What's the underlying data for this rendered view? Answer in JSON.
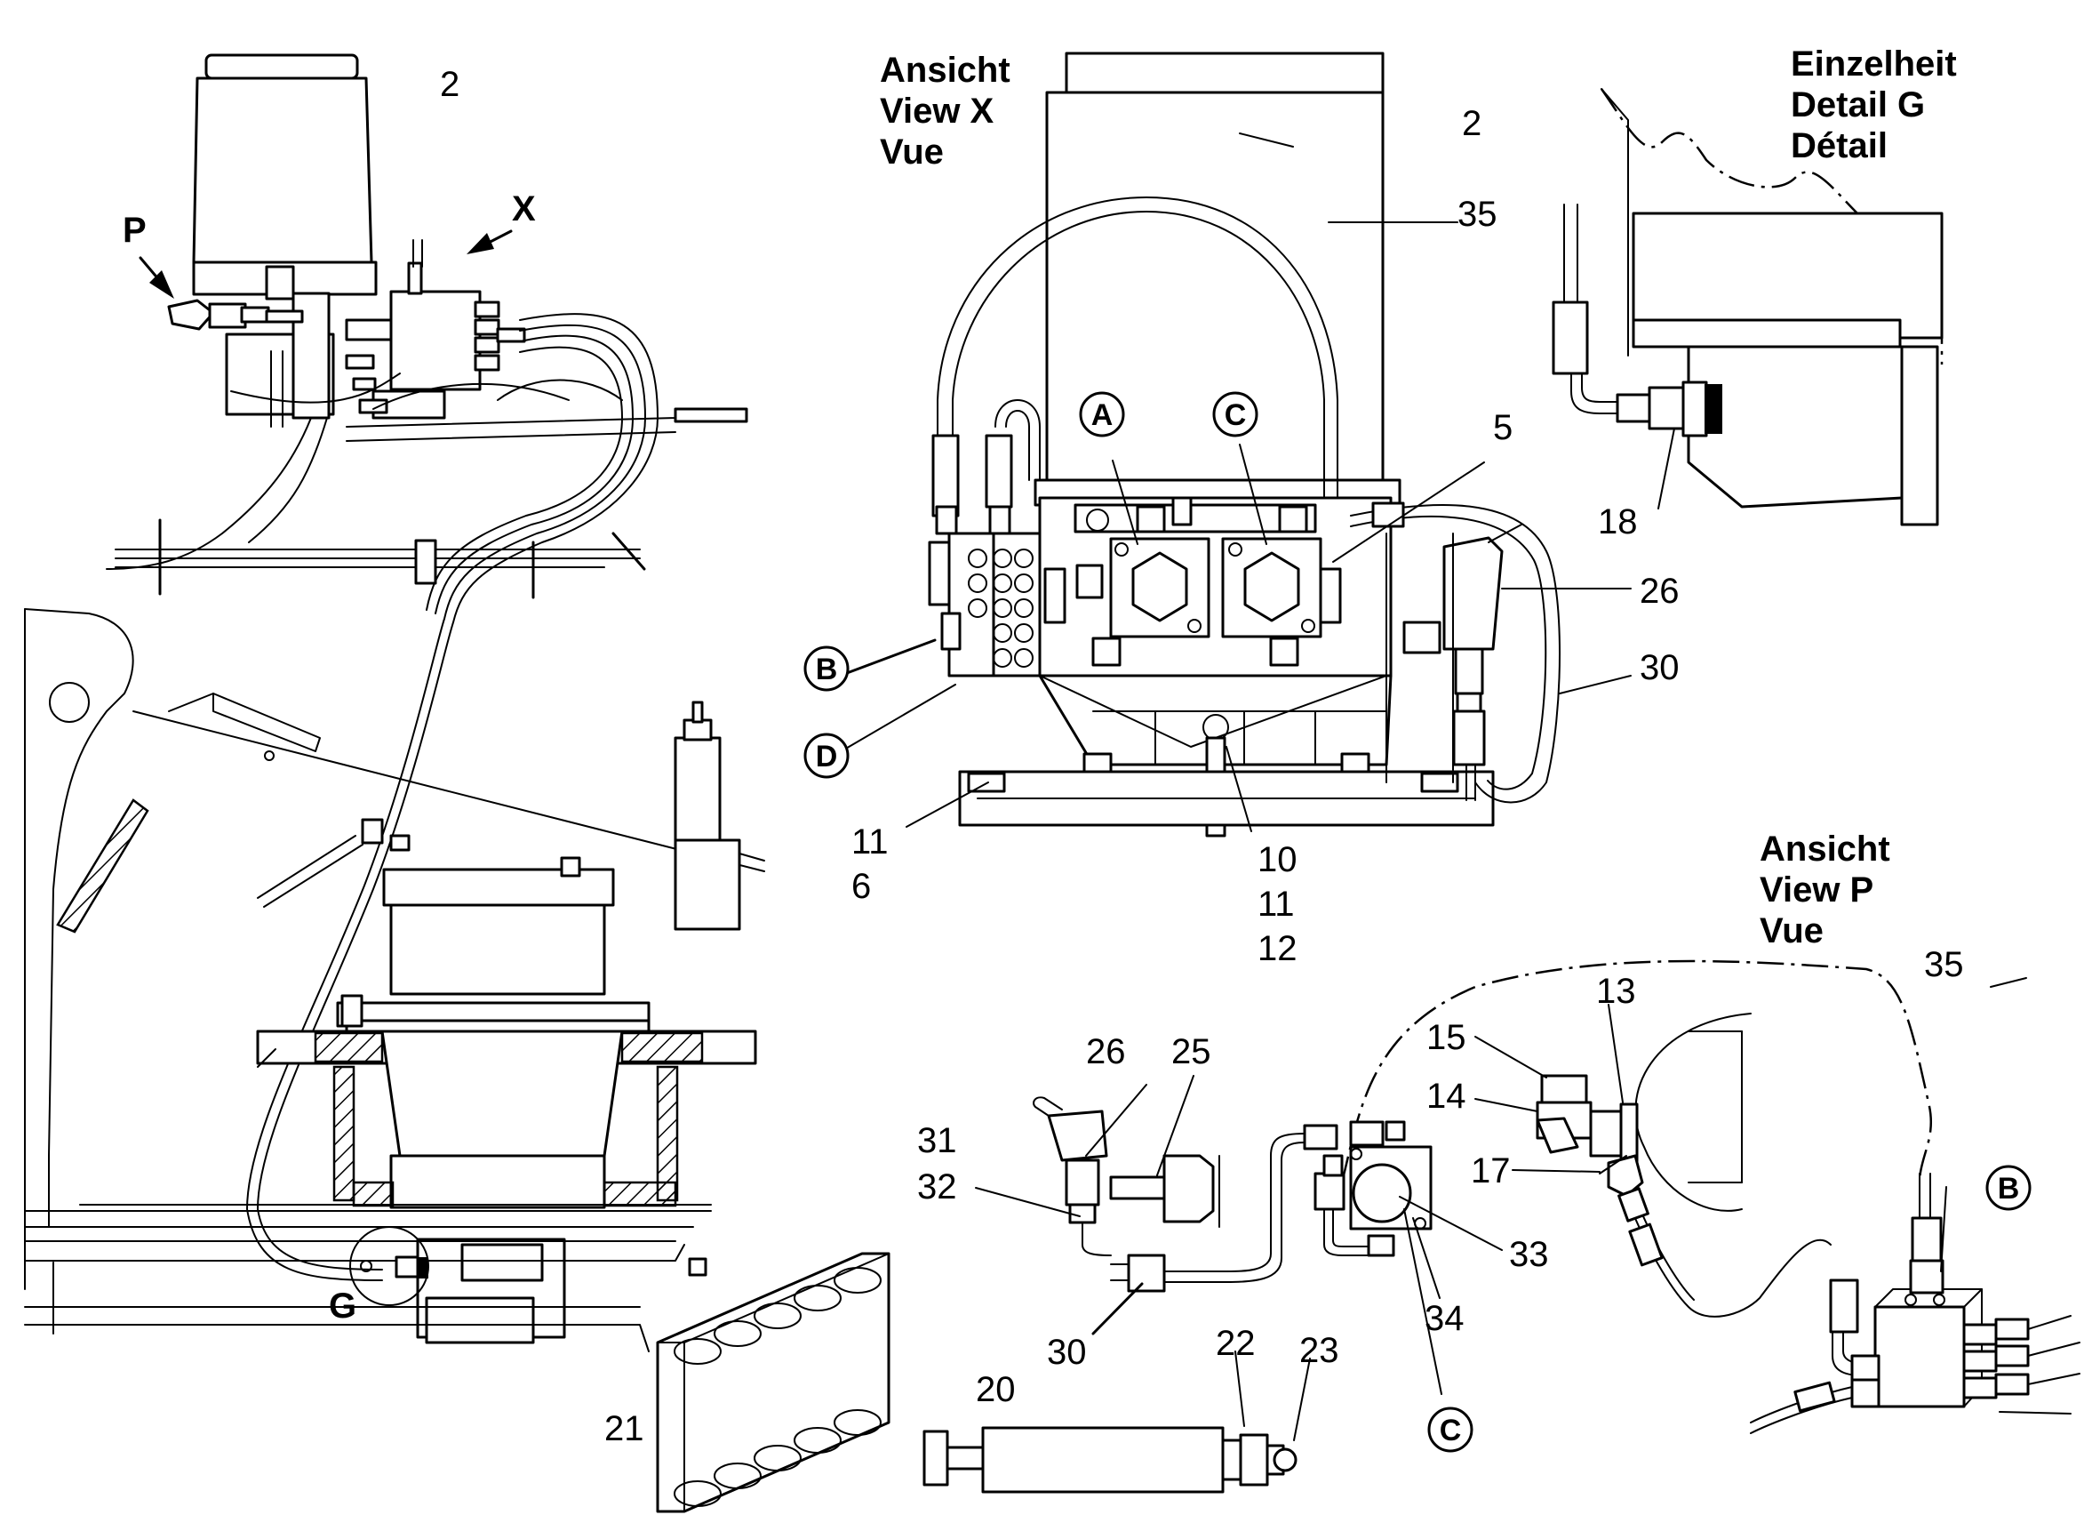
{
  "views": {
    "view_x": {
      "line1": "Ansicht",
      "line2": "View  X",
      "line3": "Vue"
    },
    "detail_g": {
      "line1": "Einzelheit",
      "line2": "Detail  G",
      "line3": "Détail"
    },
    "view_p": {
      "line1": "Ansicht",
      "line2": "View  P",
      "line3": "Vue"
    }
  },
  "view_markers": {
    "p": "P",
    "x": "X",
    "g": "G"
  },
  "part_numbers": {
    "main_2": "2",
    "vx_2": "2",
    "vx_35": "35",
    "vx_5": "5",
    "vx_26": "26",
    "vx_30": "30",
    "vx_11a": "11",
    "vx_6": "6",
    "vx_10": "10",
    "vx_11b": "11",
    "vx_12": "12",
    "dg_18": "18",
    "vp_35": "35",
    "vp_13": "13",
    "vp_15": "15",
    "vp_14": "14",
    "vp_17": "17",
    "vp_33": "33",
    "vp_34": "34",
    "k_26": "26",
    "k_25": "25",
    "k_31": "31",
    "k_32": "32",
    "k_30": "30",
    "k_20": "20",
    "k_22": "22",
    "k_23": "23",
    "k_21": "21"
  },
  "circle_callouts": {
    "a": "A",
    "c_top": "C",
    "b_left": "B",
    "d": "D",
    "b_right": "B",
    "c_bottom": "C"
  }
}
